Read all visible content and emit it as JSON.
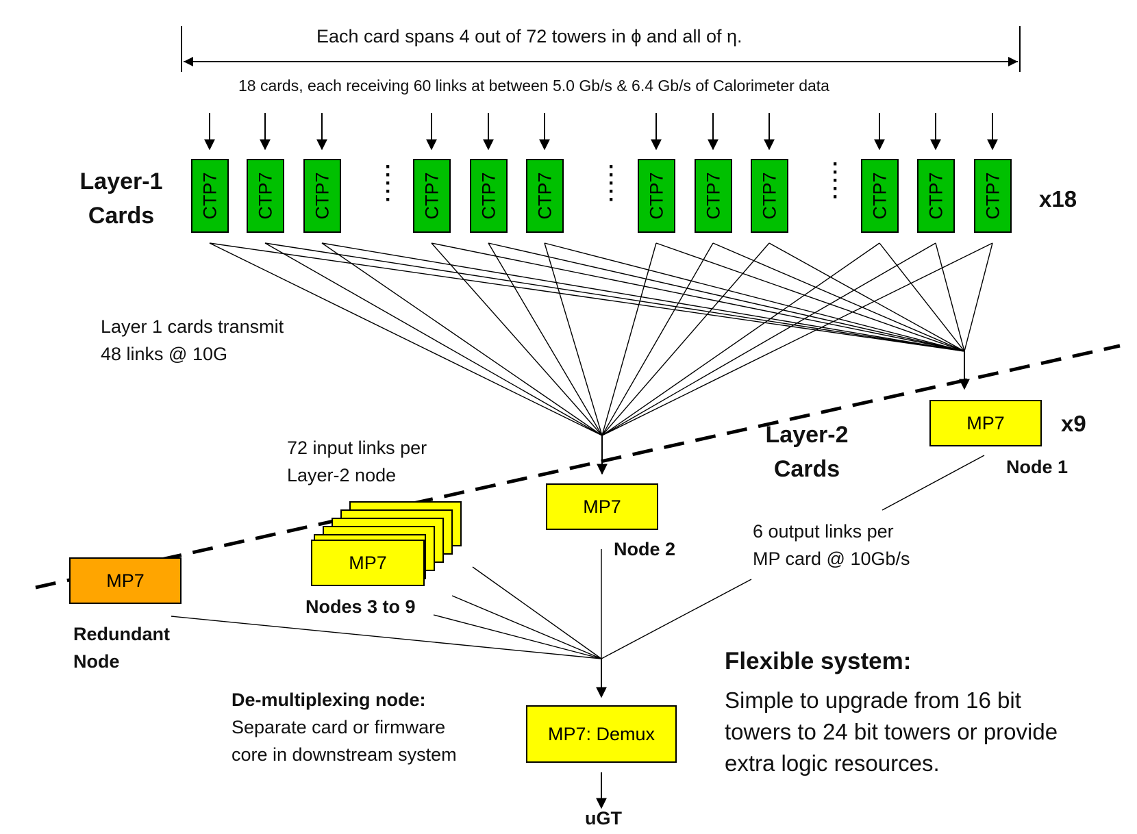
{
  "header": {
    "span_text": "Each card spans 4 out of 72 towers in ϕ and all of η.",
    "cards_text": "18 cards, each receiving 60 links at between 5.0 Gb/s & 6.4 Gb/s  of Calorimeter data"
  },
  "layer1": {
    "title_line1": "Layer-1",
    "title_line2": "Cards",
    "card_label": "CTP7",
    "multiplier": "x18",
    "transmit_line1": "Layer 1 cards transmit",
    "transmit_line2": "48  links @ 10G"
  },
  "layer2": {
    "title_line1": "Layer-2",
    "title_line2": "Cards",
    "card_label": "MP7",
    "multiplier": "x9",
    "node1_label": "Node 1",
    "node2_label": "Node 2",
    "nodes39_label": "Nodes 3 to 9",
    "input_line1": "72 input links per",
    "input_line2": "Layer-2 node",
    "output_line1": "6 output links per",
    "output_line2": "MP card @ 10Gb/s",
    "redundant_line1": "Redundant",
    "redundant_line2": "Node"
  },
  "demux": {
    "box_label": "MP7: Demux",
    "title": "De-multiplexing node:",
    "line1": "Separate card or firmware",
    "line2": "core in downstream system",
    "output": "uGT"
  },
  "flexible": {
    "title": "Flexible system:",
    "line1": "Simple to upgrade from 16 bit",
    "line2": "towers to 24 bit towers or provide",
    "line3": "extra logic resources."
  },
  "colors": {
    "ctp7": "#00c000",
    "mp7": "#ffff00",
    "redundant": "#ffa500"
  }
}
